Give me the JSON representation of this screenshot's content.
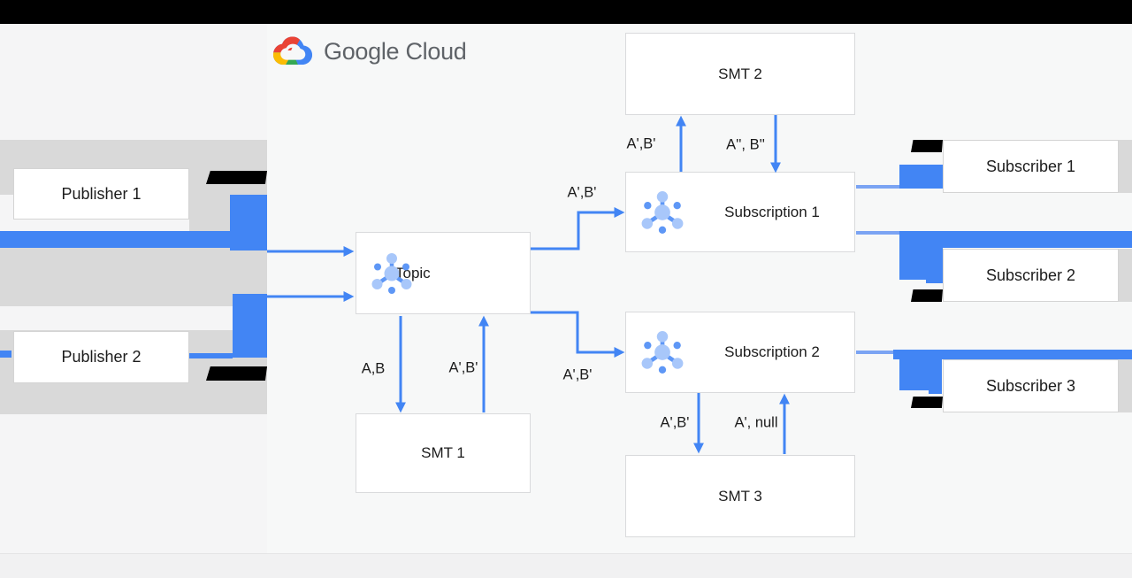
{
  "brand": {
    "name": "Google Cloud"
  },
  "diagram": {
    "publishers": [
      {
        "label": "Publisher 1"
      },
      {
        "label": "Publisher 2"
      }
    ],
    "topic": {
      "label": "Topic"
    },
    "subscriptions": [
      {
        "label": "Subscription 1"
      },
      {
        "label": "Subscription 2"
      }
    ],
    "smts": [
      {
        "label": "SMT 1"
      },
      {
        "label": "SMT 2"
      },
      {
        "label": "SMT 3"
      }
    ],
    "subscribers": [
      {
        "label": "Subscriber 1"
      },
      {
        "label": "Subscriber 2"
      },
      {
        "label": "Subscriber 3"
      }
    ],
    "edge_labels": {
      "topic_to_subscription1": "A',B'",
      "topic_to_subscription2": "A',B'",
      "topic_to_smt1": "A,B",
      "smt1_to_topic": "A',B'",
      "subscription1_to_smt2": "A',B'",
      "smt2_to_subscription1": "A'', B''",
      "subscription2_to_smt3": "A',B'",
      "smt3_to_subscription2": "A', null"
    }
  },
  "colors": {
    "arrow_blue": "#4285f4",
    "icon_light_blue": "#a8c7fa",
    "icon_mid_blue": "#5e97f6",
    "band_gray": "#d9d9d9",
    "page_left_bg": "#f5f5f6",
    "page_right_bg": "#f7f8f8",
    "footer_bg": "#f1f1f2",
    "topbar_black": "#000000",
    "redaction_black": "#000000",
    "logo_text_gray": "#5f6368",
    "logo_red": "#ea4335",
    "logo_yellow": "#fbbc04",
    "logo_green": "#34a853"
  }
}
